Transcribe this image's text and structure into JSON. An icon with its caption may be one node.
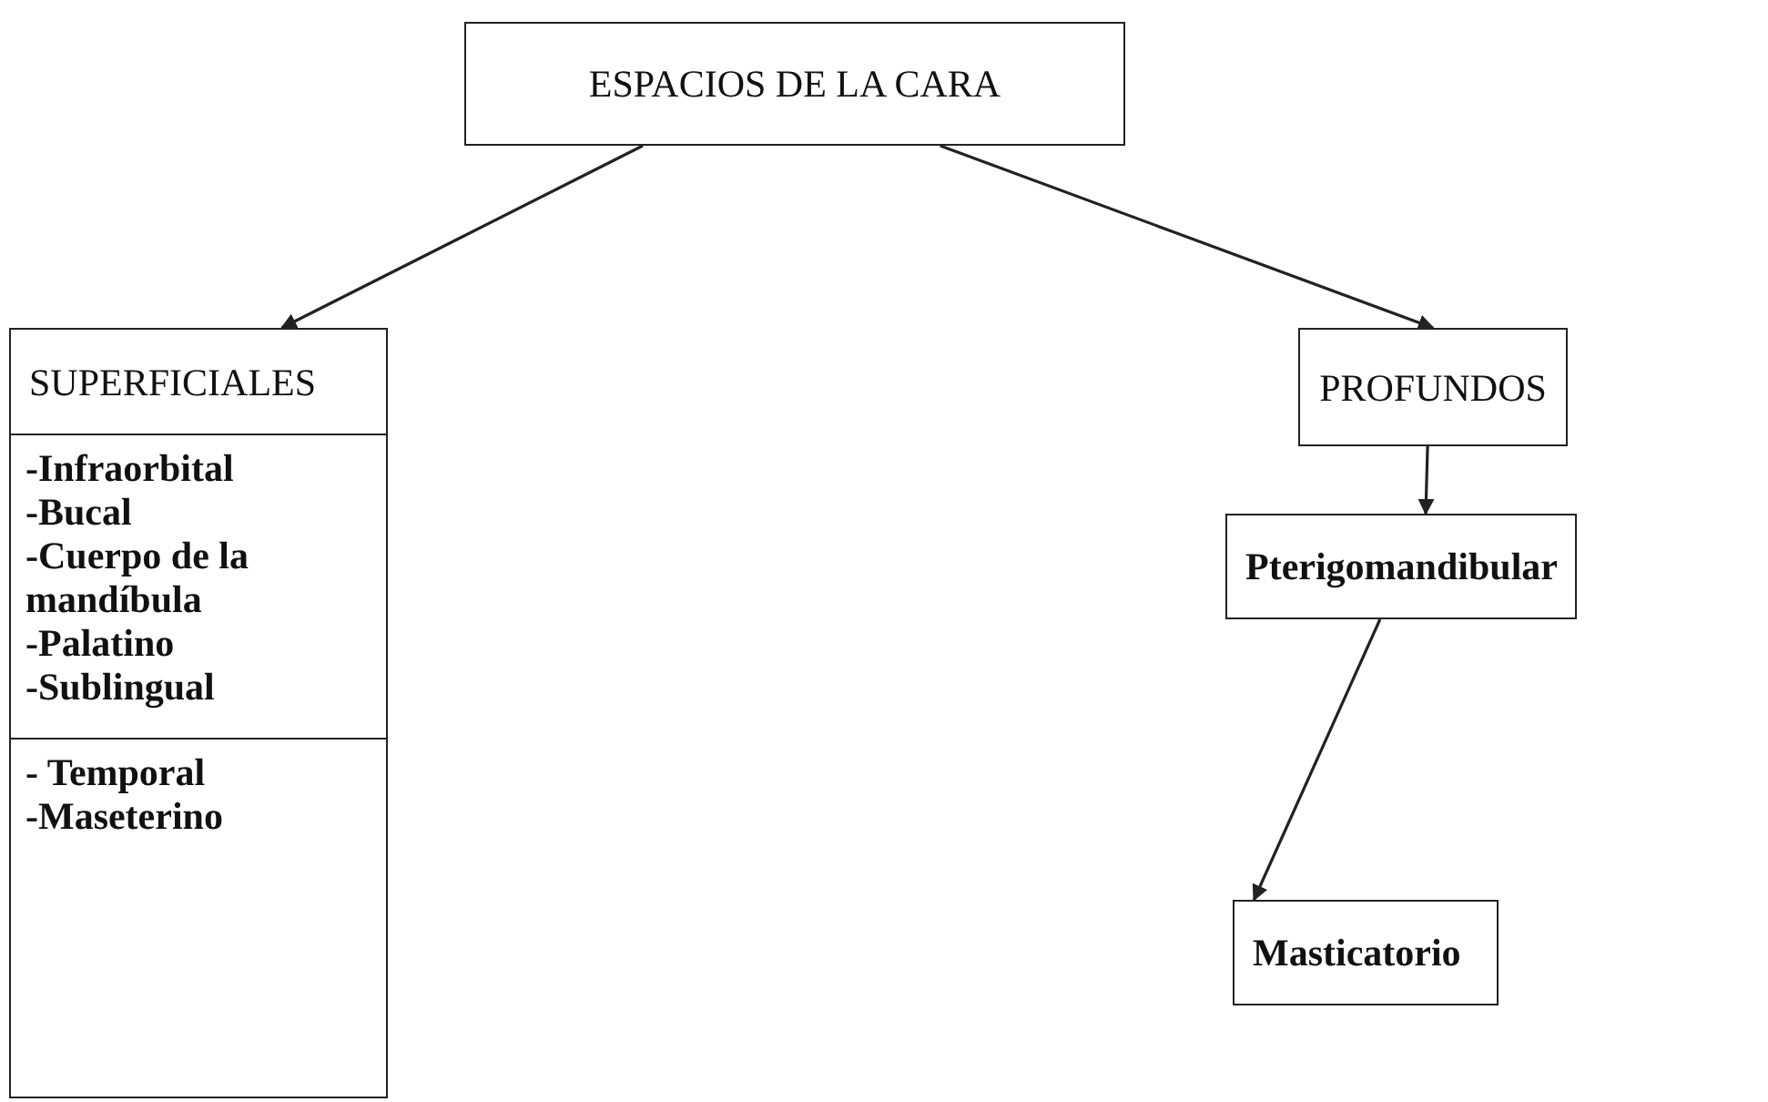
{
  "diagram": {
    "nodes": [
      {
        "text": [
          "ESPACIOS DE LA CARA"
        ]
      },
      {
        "text": [
          "SUPERFICIALES"
        ]
      },
      {
        "text": [
          "-Infraorbital",
          "-Bucal",
          "-Cuerpo de la mandíbula",
          "-Palatino",
          "-Sublingual"
        ]
      },
      {
        "text": [
          "- Temporal",
          "-Maseterino"
        ]
      },
      {
        "text": [
          "PROFUNDOS"
        ]
      },
      {
        "text": [
          "Pterigomandibular"
        ]
      },
      {
        "text": [
          "Masticatorio"
        ]
      }
    ],
    "edges": [
      {
        "from": 0,
        "to": 1,
        "arrow": "to"
      },
      {
        "from": 0,
        "to": 4,
        "arrow": "to"
      },
      {
        "from": 4,
        "to": 5,
        "arrow": "to"
      },
      {
        "from": 5,
        "to": 6,
        "arrow": "to"
      }
    ]
  }
}
